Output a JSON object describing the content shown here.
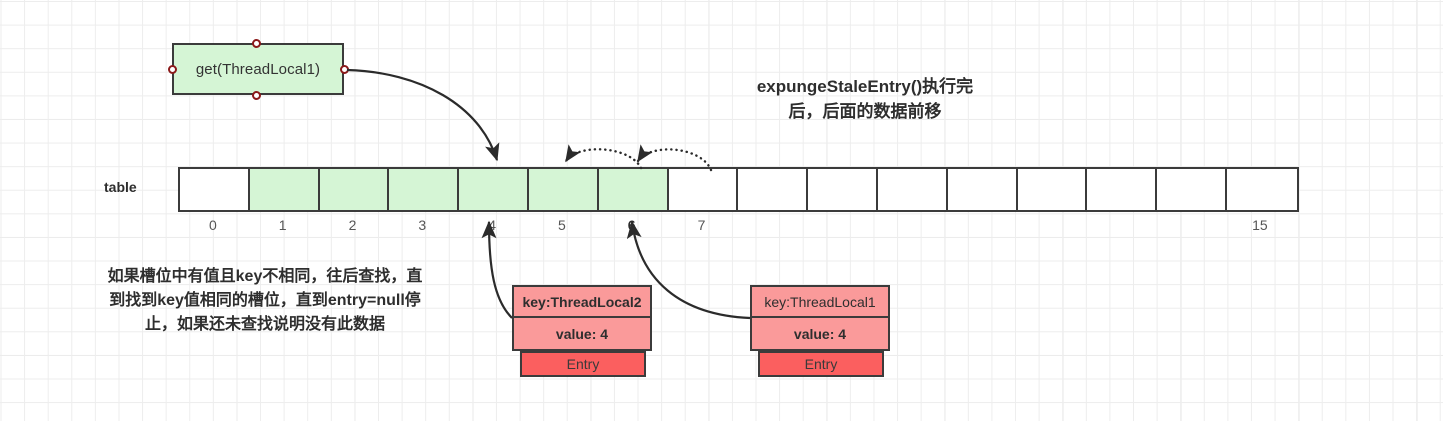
{
  "diagram": {
    "title_note": "expungeStaleEntry()执行完\n后，后面的数据前移",
    "title_note_line1": "expungeStaleEntry()执行完",
    "title_note_line2": "后，后面的数据前移",
    "side_note_line1": "如果槽位中有值且key不相同，往后查找，直",
    "side_note_line2": "到找到key值相同的槽位，直到entry=null停",
    "side_note_line3": "止，如果还未查找说明没有此数据",
    "colors": {
      "node_fill": "#d5f5d5",
      "cell_filled": "#d5f5d5",
      "entry_fill": "#fa9a9a",
      "entry_foot_fill": "#fb5f5f",
      "stroke": "#3b3b3b",
      "port_stroke": "#8b1a1a",
      "grid": "#ededed"
    }
  },
  "node": {
    "label": "get(ThreadLocal1)",
    "ports": [
      "port-top",
      "port-left",
      "port-right",
      "port-bottom"
    ]
  },
  "table": {
    "label": "table",
    "cell_count": 16,
    "filled_indices": [
      1,
      2,
      3,
      4,
      5,
      6
    ],
    "indices": [
      "0",
      "1",
      "2",
      "3",
      "4",
      "5",
      "6",
      "7",
      "",
      "",
      "",
      "",
      "",
      "",
      "",
      "15"
    ],
    "bold_indices": [
      "6"
    ]
  },
  "entries": [
    {
      "name": "entry-threadlocal2",
      "key": "key:ThreadLocal2",
      "key_bold": true,
      "value": "value: 4",
      "footer": "Entry",
      "points_to_index": "4"
    },
    {
      "name": "entry-threadlocal1",
      "key": "key:ThreadLocal1",
      "key_bold": false,
      "value": "value: 4",
      "footer": "Entry",
      "points_to_index": "6"
    }
  ],
  "arrows": [
    {
      "name": "get-to-slot4",
      "style": "solid",
      "from": "node-right-port",
      "to": "table-cell-4"
    },
    {
      "name": "shift-arc-6-to-5",
      "style": "dotted",
      "from": "slot-6",
      "to": "slot-5"
    },
    {
      "name": "shift-arc-7-to-6",
      "style": "dotted",
      "from": "slot-7",
      "to": "slot-6"
    },
    {
      "name": "entry2-to-slot4",
      "style": "solid",
      "from": "entry-threadlocal2",
      "to": "table-cell-4"
    },
    {
      "name": "entry1-to-slot6",
      "style": "solid",
      "from": "entry-threadlocal1",
      "to": "table-cell-6"
    }
  ]
}
